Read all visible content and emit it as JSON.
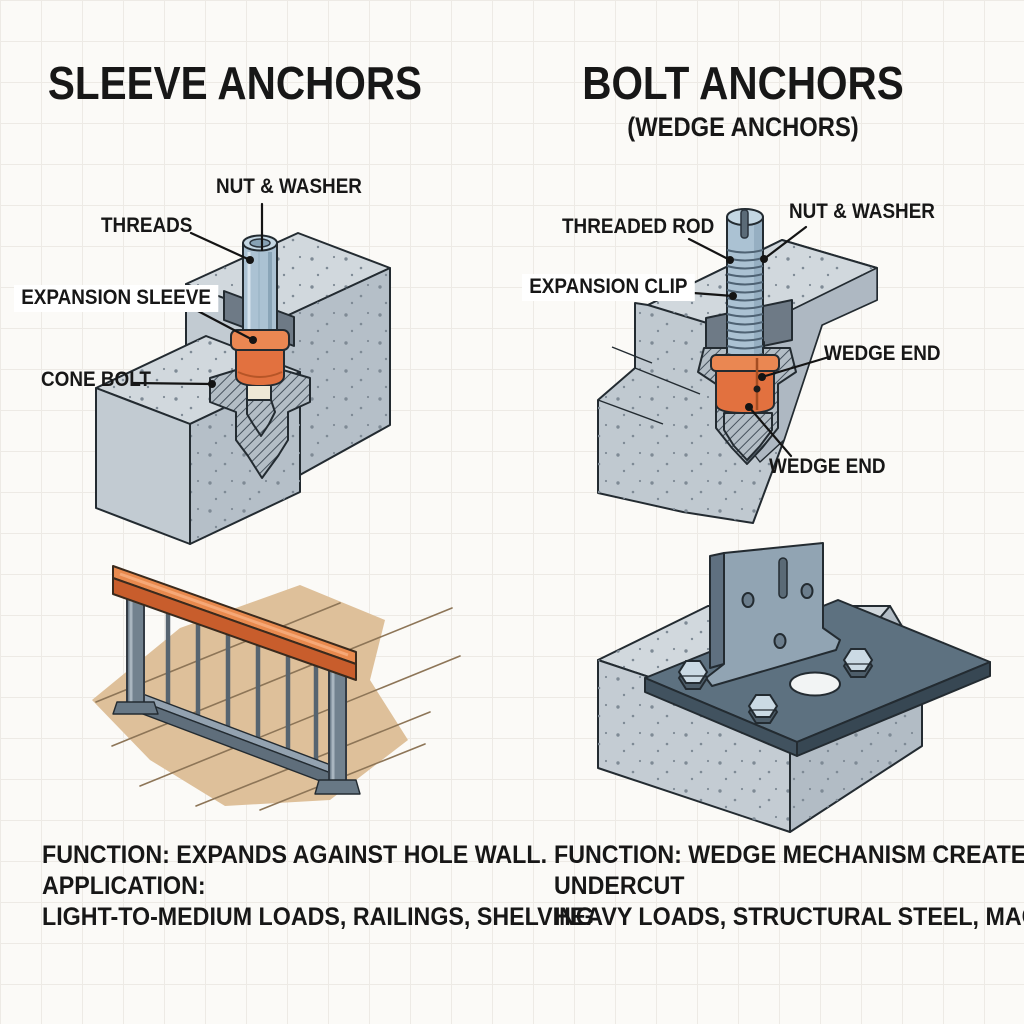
{
  "left": {
    "title": "SLEEVE ANCHORS",
    "labels": {
      "nut_washer": "NUT & WASHER",
      "threads": "THREADS",
      "expansion_sleeve": "EXPANSION SLEEVE",
      "cone_bolt": "CONE BOLT"
    },
    "function_line": "FUNCTION: EXPANDS AGAINST HOLE WALL.",
    "application_heading": "APPLICATION:",
    "application_line": "LIGHT-TO-MEDIUM LOADS, RAILINGS, SHELVING"
  },
  "right": {
    "title": "BOLT ANCHORS",
    "subtitle": "(WEDGE ANCHORS)",
    "labels": {
      "threaded_rod": "THREADED ROD",
      "nut_washer": "NUT & WASHER",
      "expansion_clip": "EXPANSION CLIP",
      "wedge_end_upper": "WEDGE END",
      "wedge_end_lower": "WEDGE END"
    },
    "function_line": "FUNCTION: WEDGE MECHANISM CREATES",
    "function_line2": "UNDERCUT",
    "application_line": "HEAVY LOADS, STRUCTURAL STEEL, MACHINERY"
  },
  "colors": {
    "background": "#fbfaf7",
    "grid_line": "#edeae5",
    "text": "#171717",
    "concrete_top": "#d1d8dd",
    "concrete_front": "#b5bfc8",
    "anchor_rod_blue": "#abc2d3",
    "anchor_orange": "#e2713f",
    "handrail_orange": "#e98a4e",
    "deck_tan": "#dec09a",
    "steel_gray": "#7f8e9b",
    "base_plate": "#5d7180"
  }
}
